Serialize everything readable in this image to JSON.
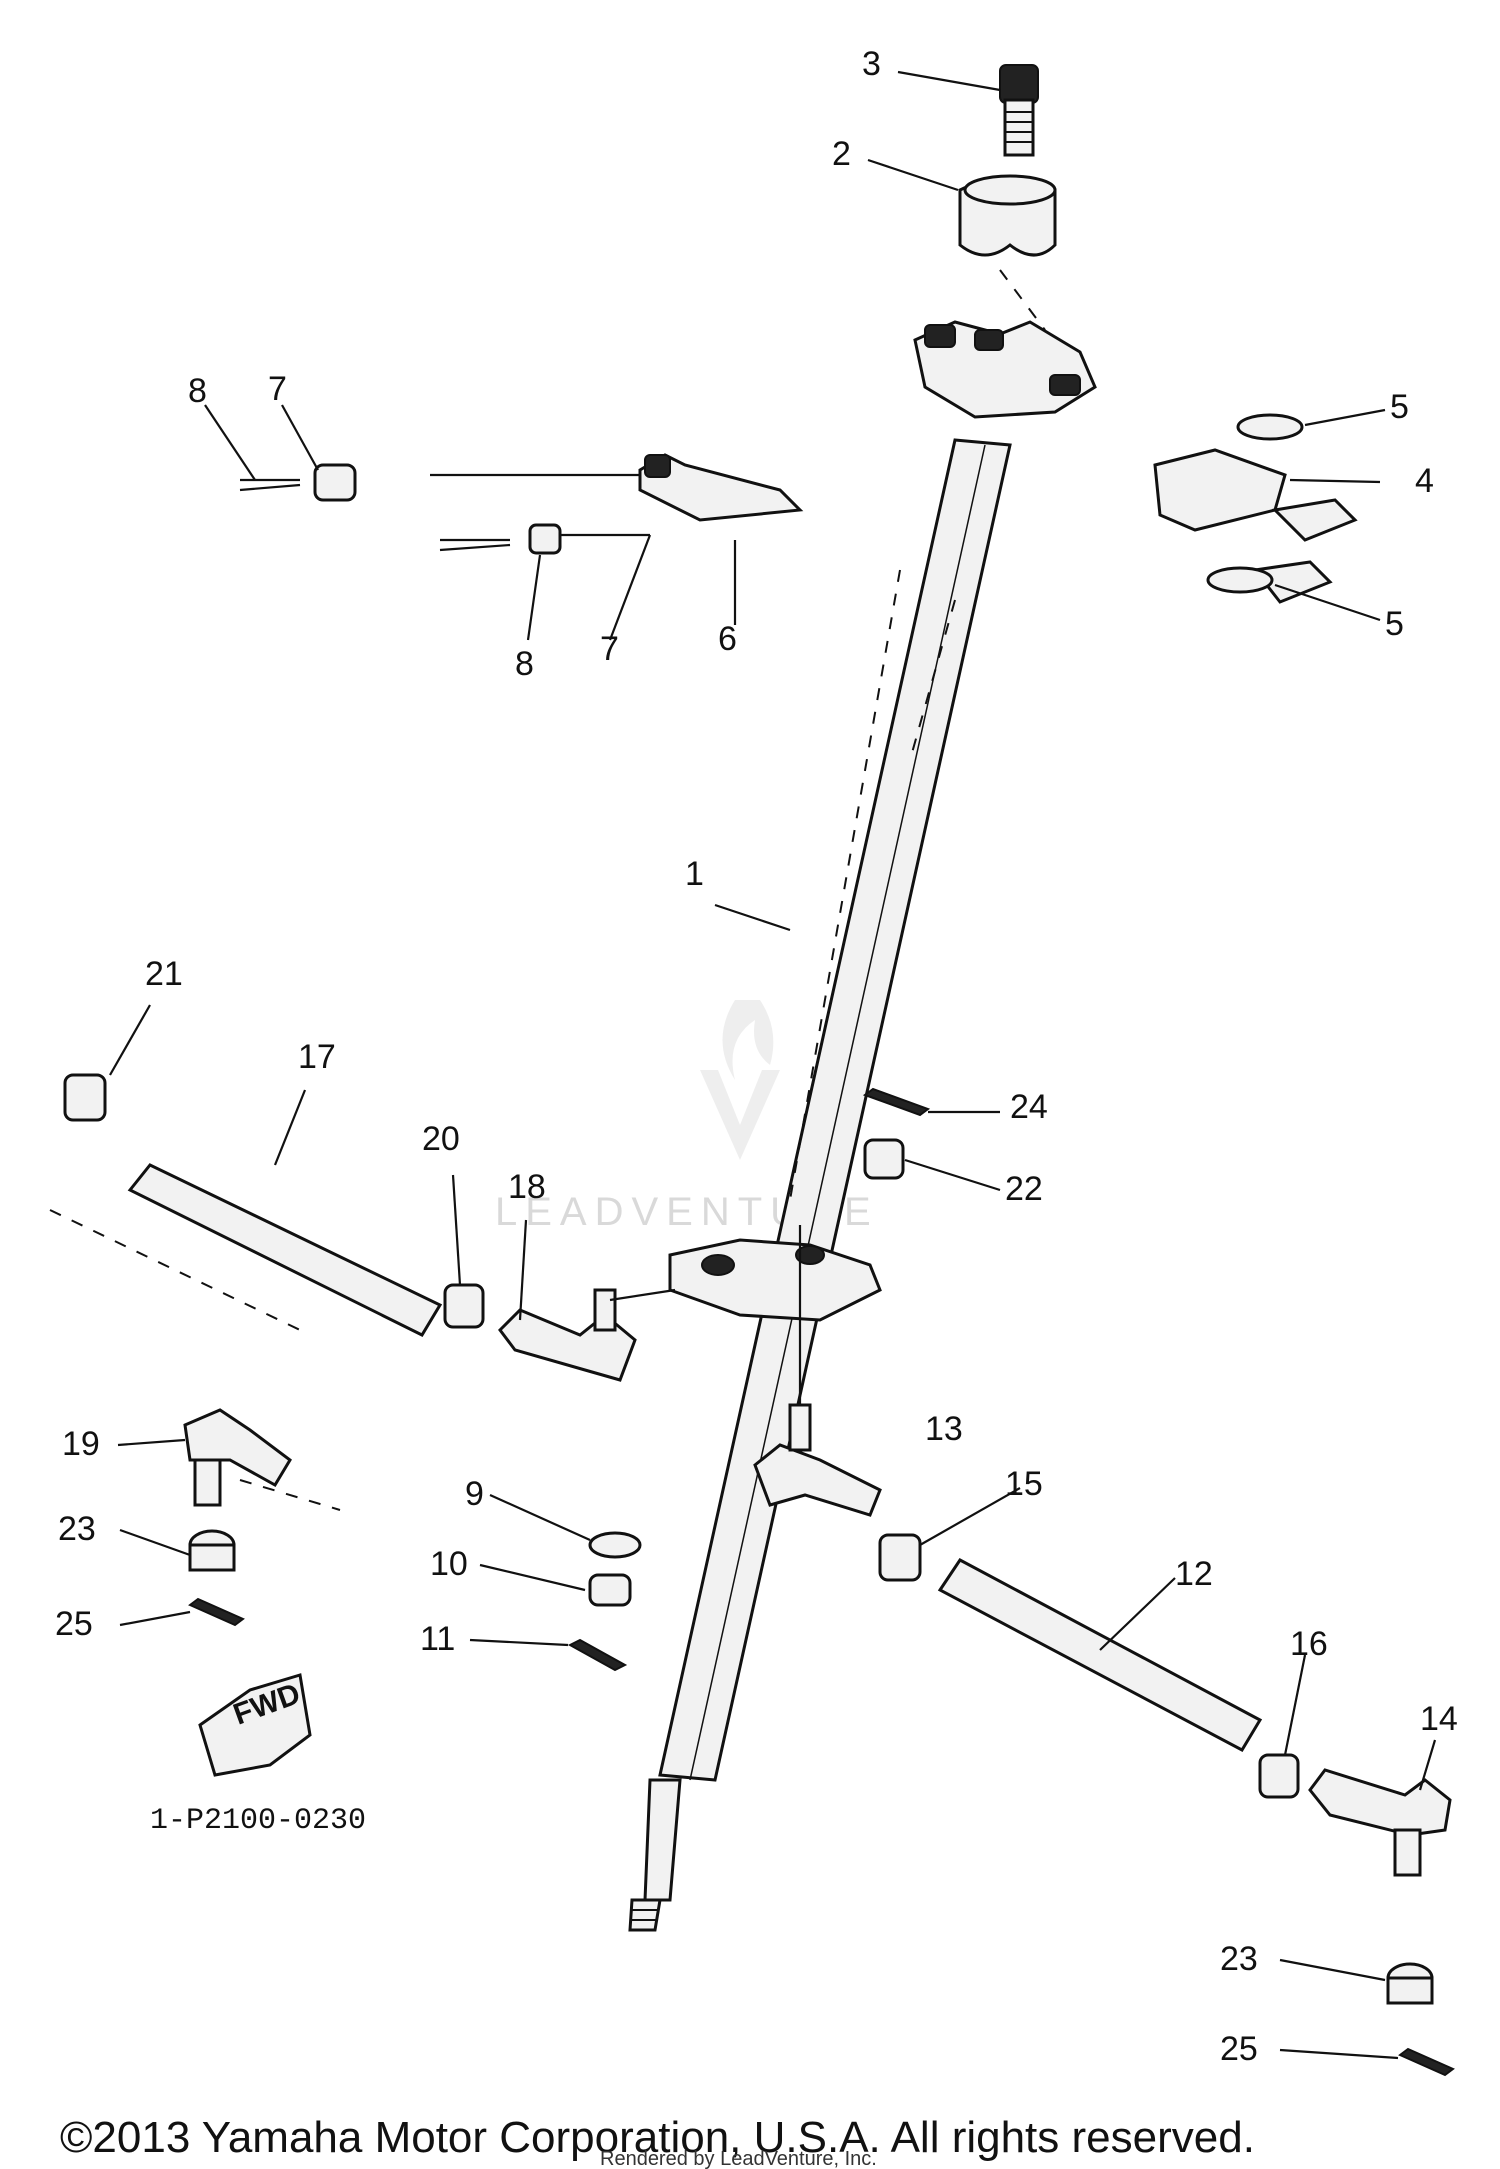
{
  "diagram": {
    "callouts": [
      {
        "id": "c3",
        "label": "3"
      },
      {
        "id": "c2",
        "label": "2"
      },
      {
        "id": "c5a",
        "label": "5"
      },
      {
        "id": "c4",
        "label": "4"
      },
      {
        "id": "c5b",
        "label": "5"
      },
      {
        "id": "c8a",
        "label": "8"
      },
      {
        "id": "c7a",
        "label": "7"
      },
      {
        "id": "c8b",
        "label": "8"
      },
      {
        "id": "c7b",
        "label": "7"
      },
      {
        "id": "c6",
        "label": "6"
      },
      {
        "id": "c1",
        "label": "1"
      },
      {
        "id": "c21",
        "label": "21"
      },
      {
        "id": "c17",
        "label": "17"
      },
      {
        "id": "c20",
        "label": "20"
      },
      {
        "id": "c18",
        "label": "18"
      },
      {
        "id": "c24",
        "label": "24"
      },
      {
        "id": "c22",
        "label": "22"
      },
      {
        "id": "c19",
        "label": "19"
      },
      {
        "id": "c23a",
        "label": "23"
      },
      {
        "id": "c25a",
        "label": "25"
      },
      {
        "id": "c9",
        "label": "9"
      },
      {
        "id": "c10",
        "label": "10"
      },
      {
        "id": "c11",
        "label": "11"
      },
      {
        "id": "c13",
        "label": "13"
      },
      {
        "id": "c15",
        "label": "15"
      },
      {
        "id": "c12",
        "label": "12"
      },
      {
        "id": "c16",
        "label": "16"
      },
      {
        "id": "c14",
        "label": "14"
      },
      {
        "id": "c23b",
        "label": "23"
      },
      {
        "id": "c25b",
        "label": "25"
      }
    ],
    "fwd_label": "FWD",
    "part_code": "1-P2100-0230",
    "watermark": "LEADVENTURE"
  },
  "footer": {
    "copyright": "©2013 Yamaha Motor Corporation, U.S.A. All rights reserved.",
    "rendered_by": "Rendered by LeadVenture, Inc."
  }
}
